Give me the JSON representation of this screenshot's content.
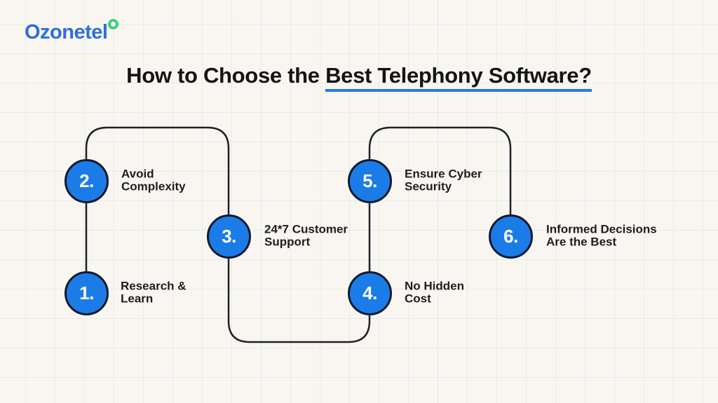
{
  "logo": {
    "text": "Ozonetel",
    "text_color": "#2e6edb",
    "ring_color": "#3ecf7c"
  },
  "title": {
    "prefix": "How to Choose the ",
    "underlined": "Best Telephony Software?",
    "underline_color": "#1e7ce6"
  },
  "steps": [
    {
      "number": "1.",
      "label": "Research &\nLearn"
    },
    {
      "number": "2.",
      "label": "Avoid\nComplexity"
    },
    {
      "number": "3.",
      "label": "24*7 Customer\nSupport"
    },
    {
      "number": "4.",
      "label": "No Hidden\nCost"
    },
    {
      "number": "5.",
      "label": "Ensure Cyber\nSecurity"
    },
    {
      "number": "6.",
      "label": "Informed Decisions\nAre the Best"
    }
  ],
  "colors": {
    "circle_fill": "#1b7ce8",
    "circle_border": "#121a2b",
    "connector": "#20202a",
    "background": "#f9f6f2",
    "grid_line": "#e1efe8"
  }
}
